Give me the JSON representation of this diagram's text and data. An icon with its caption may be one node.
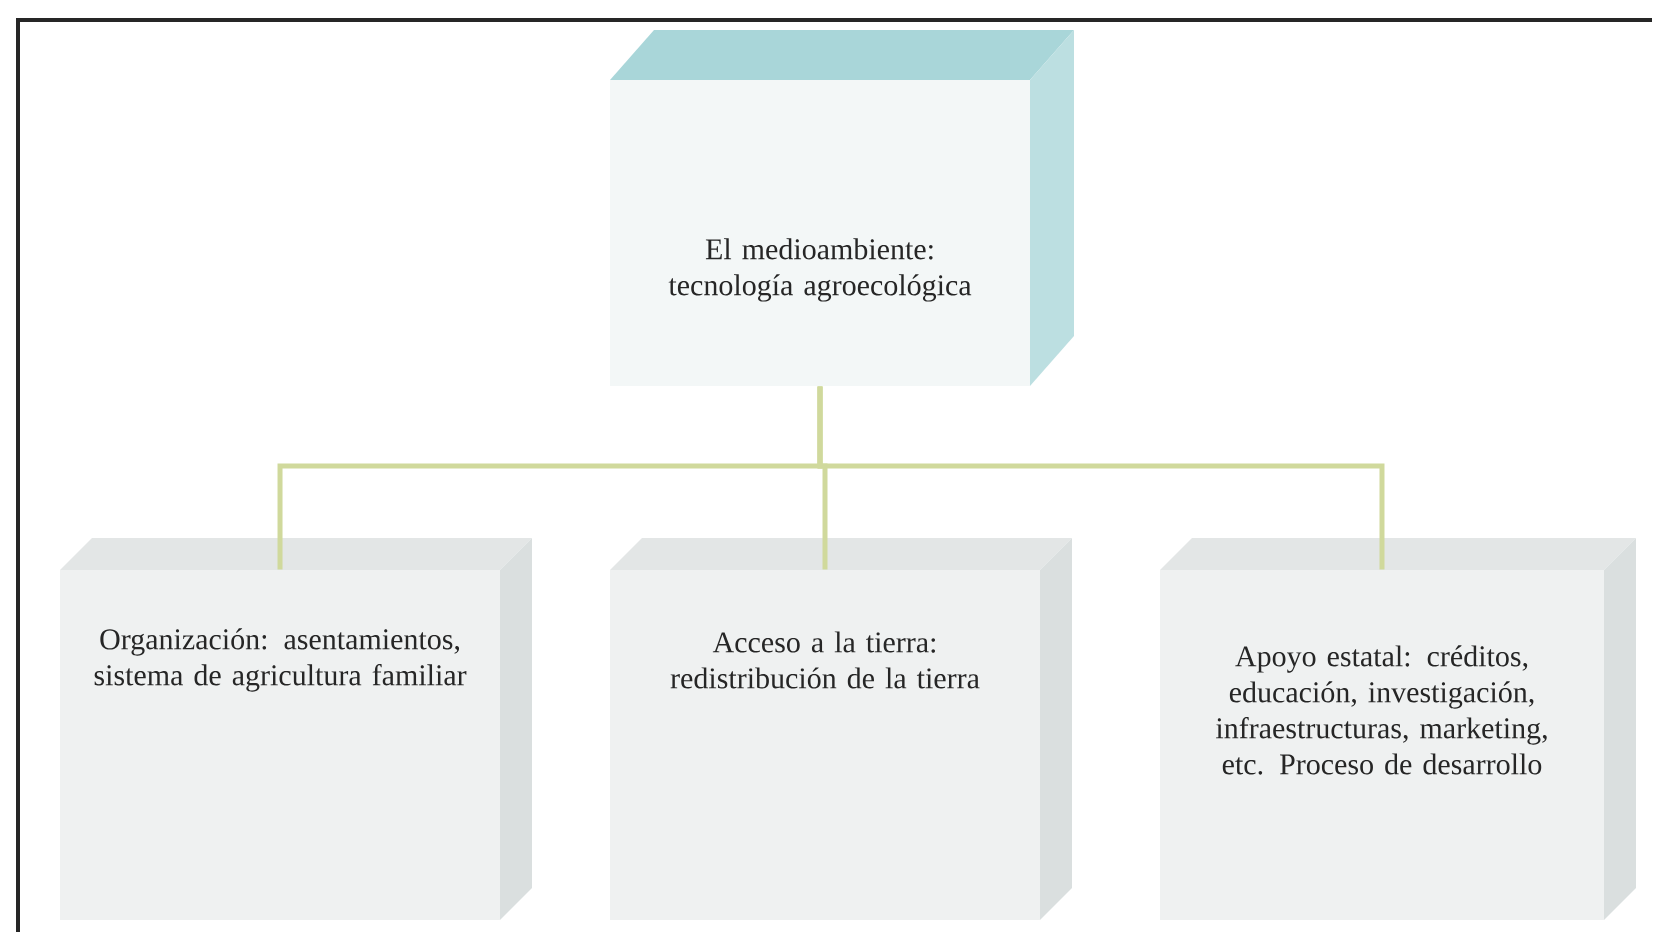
{
  "diagram": {
    "nodes": [
      {
        "text": [
          "El medioambiente: tecnología agroecológica"
        ]
      },
      {
        "text": [
          "Organización: asentamientos, sistema de agricultura familiar"
        ]
      },
      {
        "text": [
          "Acceso a la tierra: redistribución de la tierra"
        ]
      },
      {
        "text": [
          "Apoyo estatal: créditos, educación, investigación, infraestructuras, marketing, etc. Proceso de desarrollo"
        ]
      }
    ],
    "edges": [
      {
        "from": 0,
        "to": 1,
        "arrow": "none"
      },
      {
        "from": 0,
        "to": 2,
        "arrow": "none"
      },
      {
        "from": 0,
        "to": 3,
        "arrow": "none"
      }
    ]
  }
}
